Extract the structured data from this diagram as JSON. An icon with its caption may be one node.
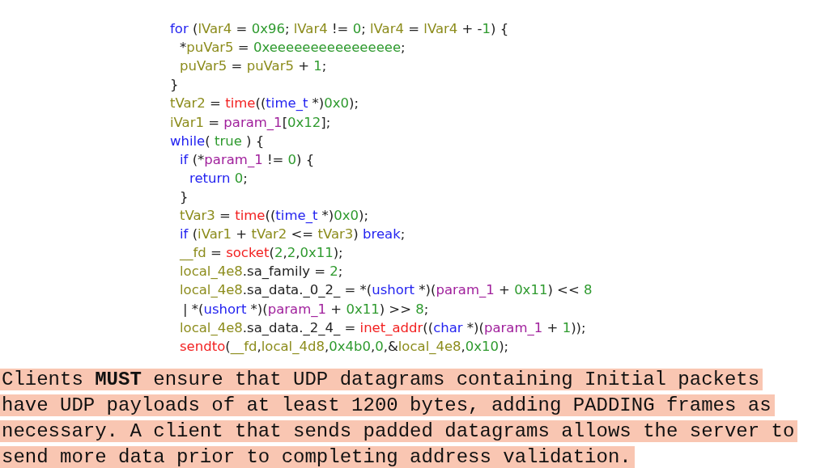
{
  "diagram": {
    "labels": [
      "for (lVar4 = 0x96; lVar4 != 0; lVar4 = lVar4 + -1) {",
      "*puVar5 = 0xeeeeeeeeeeeeeeee;",
      "puVar5 = puVar5 + 1;",
      "}",
      "tVar2 = time((time_t *)0x0);",
      "iVar1 = param_1[0x12];",
      "while( true ) {",
      "if (*param_1 != 0) {",
      "return 0;",
      "}",
      "tVar3 = time((time_t *)0x0);",
      "if (iVar1 + tVar2 <= tVar3) break;",
      "__fd = socket(2,2,0x11);",
      "local_4e8.sa_family = 2;",
      "local_4e8.sa_data._0_2_ = *(ushort *)(param_1 + 0x11) << 8",
      "| *(ushort *)(param_1 + 0x11) >> 8;",
      "local_4e8.sa_data._2_4_ = inet_addr((char *)(param_1 + 1));",
      "sendto(__fd,local_4d8,0x4b0,0,&local_4e8,0x10);",
      "Clients **MUST** ensure that UDP datagrams containing Initial packets have UDP payloads of at least 1200 bytes, adding PADDING frames as necessary. A client that sends padded datagrams allows the server to send more data prior to completing address validation."
    ]
  }
}
